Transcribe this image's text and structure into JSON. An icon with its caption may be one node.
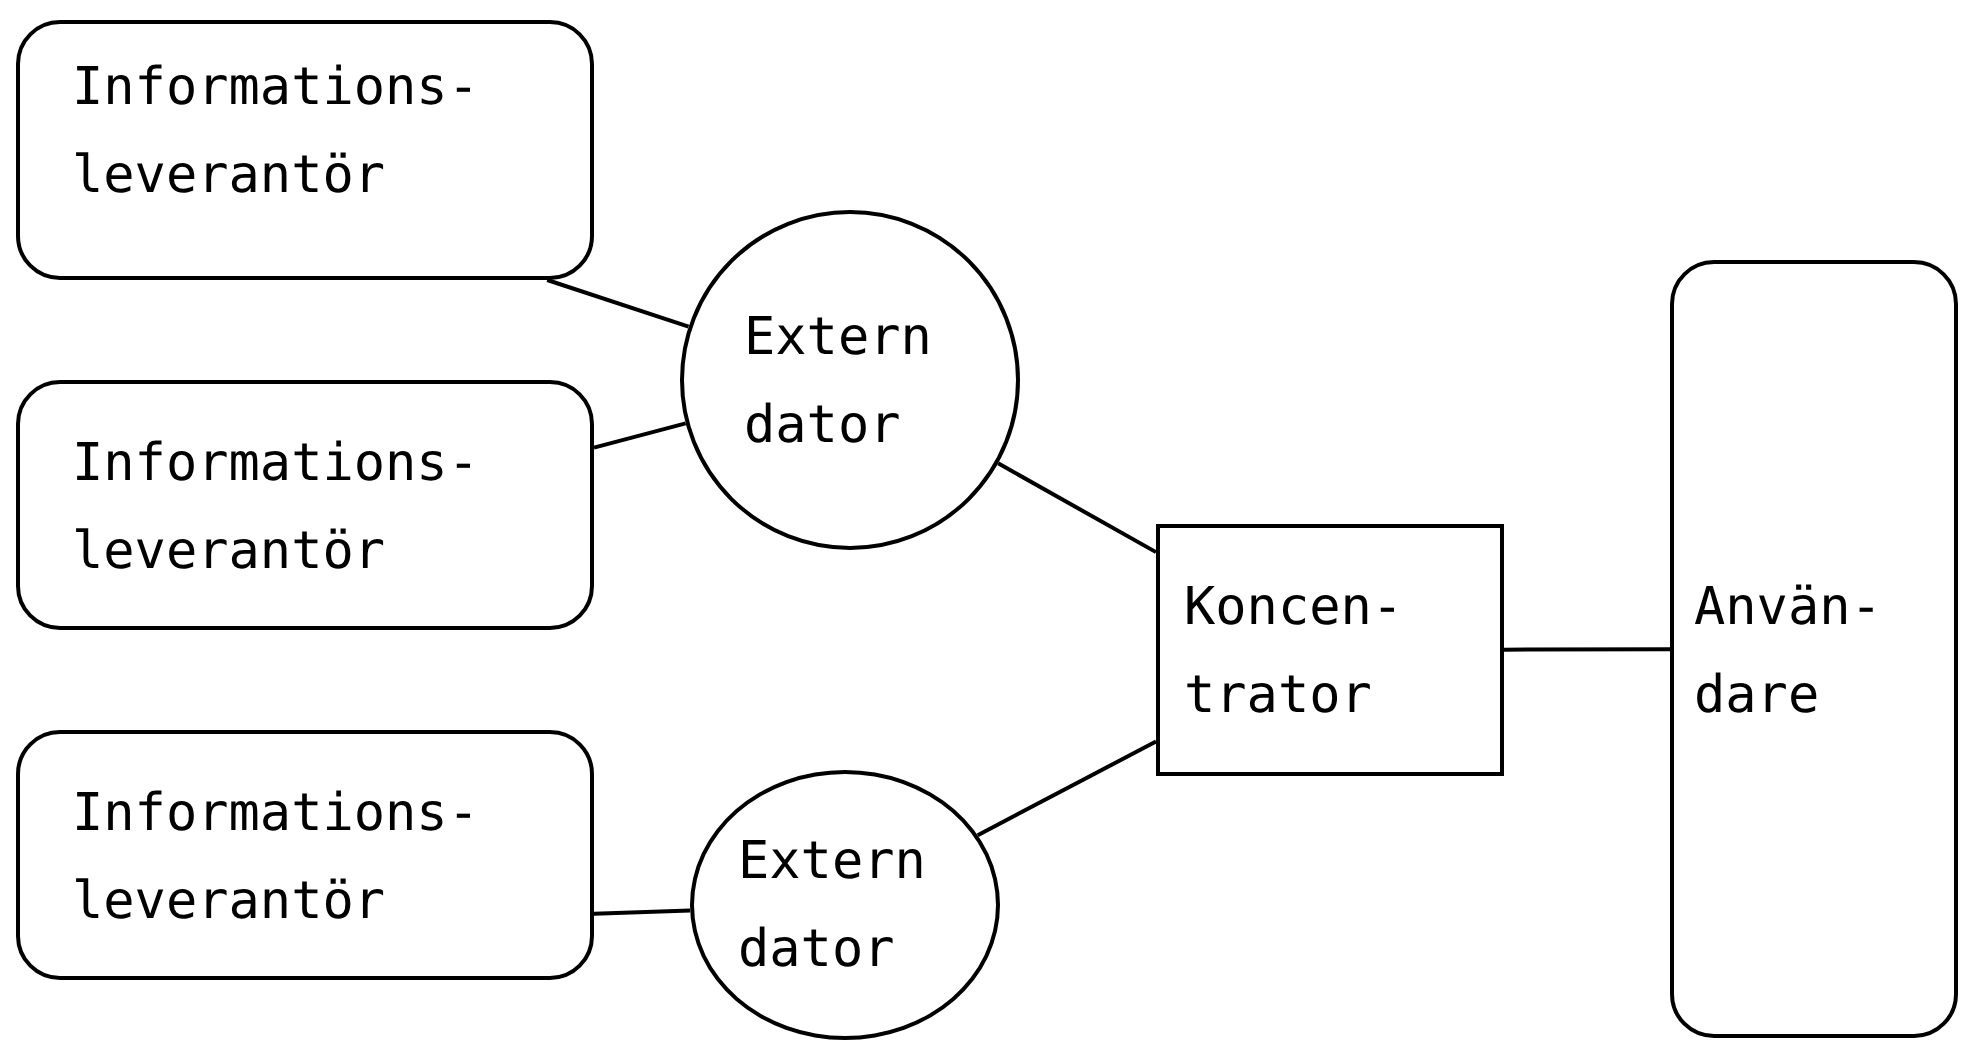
{
  "diagram": {
    "nodes": [
      {
        "text": [
          "Informations- leverantör"
        ]
      },
      {
        "text": [
          "Informations- leverantör"
        ]
      },
      {
        "text": [
          "Informations- leverantör"
        ]
      },
      {
        "text": [
          "Extern dator"
        ]
      },
      {
        "text": [
          "Extern dator"
        ]
      },
      {
        "text": [
          "Koncen- trator"
        ]
      },
      {
        "text": [
          "Använ- dare"
        ]
      }
    ],
    "edges": [
      {
        "from": 0,
        "to": 3,
        "arrow": "none"
      },
      {
        "from": 1,
        "to": 3,
        "arrow": "none"
      },
      {
        "from": 3,
        "to": 5,
        "arrow": "none"
      },
      {
        "from": 2,
        "to": 4,
        "arrow": "none"
      },
      {
        "from": 4,
        "to": 5,
        "arrow": "none"
      },
      {
        "from": 5,
        "to": 6,
        "arrow": "none"
      }
    ]
  }
}
